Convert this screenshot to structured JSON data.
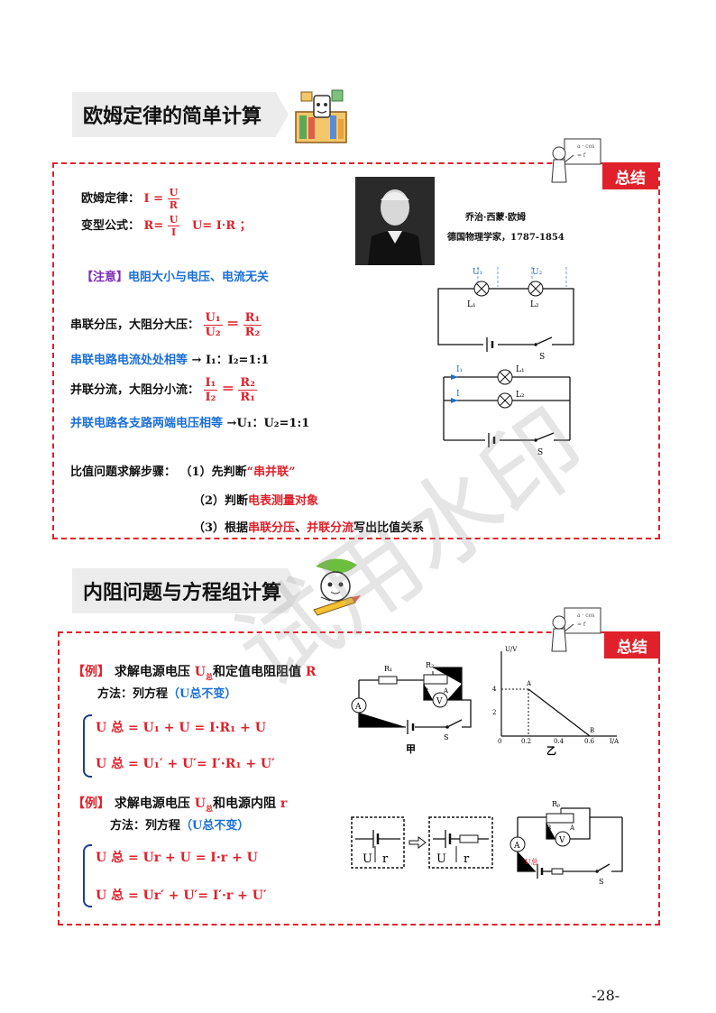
{
  "section1": {
    "title": "欧姆定律的简单计算",
    "tag": "总结",
    "ohm_label": "欧姆定律：",
    "ohm_lhs": "I =",
    "ohm_num": "U",
    "ohm_den": "R",
    "var_label": "变型公式：",
    "var_r_lhs": "R=",
    "var_r_num": "U",
    "var_r_den": "I",
    "var_u": "U= I·R ；",
    "note_bracket": "【注意】",
    "note_text": "电阻大小与电压、电流无关",
    "series_label": "串联分压，大阻分大压：",
    "series_u1": "U₁",
    "series_u2": "U₂",
    "series_r1": "R₁",
    "series_r2": "R₂",
    "series_current": "串联电路电流处处相等",
    "series_current_val": "→ I₁：I₂=1:1",
    "parallel_label": "并联分流，大阻分小流：",
    "par_i1": "I₁",
    "par_i2": "I₂",
    "par_r2": "R₂",
    "par_r1": "R₁",
    "parallel_voltage": "并联电路各支路两端电压相等",
    "parallel_voltage_val": "→U₁：U₂=1:1",
    "steps_label": "比值问题求解步骤：",
    "step1_pre": "（1）先判断",
    "step1_hl": "“串并联”",
    "step2_pre": "（2）判断",
    "step2_hl": "电表测量对象",
    "step3_pre": "（3）根据",
    "step3_hl1": "串联分压",
    "step3_mid": "、",
    "step3_hl2": "并联分流",
    "step3_post": "写出比值关系",
    "portrait_name": "乔治·西蒙·欧姆",
    "portrait_desc": "德国物理学家，1787-1854",
    "circuit_series": {
      "u1": "U₁",
      "u2": "U₂",
      "l1": "L₁",
      "l2": "L₂",
      "s": "S"
    },
    "circuit_parallel": {
      "i1": "I₁",
      "i2": "I",
      "l1": "L₁",
      "l2": "L₂",
      "s": "S"
    }
  },
  "section2": {
    "title": "内阻问题与方程组计算",
    "tag": "总结",
    "ex1_tag": "【例】",
    "ex1_text": "求解电源电压",
    "ex1_u": "U",
    "ex1_sub": "总",
    "ex1_and": "和定值电阻阻值",
    "ex1_r": "R",
    "ex1_method": "方法：列方程",
    "ex1_method_hl": "（U总不变）",
    "ex1_eq1": "U 总 = U₁ + U = I·R₁ + U",
    "ex1_eq2": "U 总 = U₁′ + U′= I′·R₁ + U′",
    "ex2_tag": "【例】",
    "ex2_text": "求解电源电压",
    "ex2_u": "U",
    "ex2_sub": "总",
    "ex2_and": "和电源内阻",
    "ex2_r": "r",
    "ex2_method": "方法：列方程",
    "ex2_method_hl": "（U总不变）",
    "ex2_eq1": "U 总 = Ur + U = I·r + U",
    "ex2_eq2": "U 总 = Ur′ + U′= I′·r + U′",
    "circuit_jia": {
      "r1": "R₁",
      "r2": "R₂",
      "b": "B",
      "a": "A",
      "ammeter": "A",
      "voltmeter": "V",
      "s": "S",
      "caption": "甲"
    },
    "graph_yi": {
      "ylabel": "U/V",
      "xlabel": "I/A",
      "y4": "4",
      "y2": "2",
      "x0": "0",
      "x02": "0.2",
      "x04": "0.4",
      "x06": "0.6",
      "pa": "A",
      "pb": "B",
      "caption": "乙"
    },
    "chart_data": {
      "type": "line",
      "x": [
        0,
        0.2,
        0.6
      ],
      "y": [
        4,
        4,
        0
      ],
      "xlabel": "I/A",
      "ylabel": "U/V",
      "xticks": [
        "0",
        "0.2",
        "0.4",
        "0.6"
      ],
      "yticks": [
        "2",
        "4"
      ],
      "annotations": [
        "A",
        "B"
      ]
    },
    "box_left": {
      "u": "U",
      "r": "r"
    },
    "box_right": {
      "u": "U",
      "r": "r"
    },
    "circuit_right": {
      "rp": "Rₚ",
      "b": "B",
      "a": "A",
      "ammeter": "A",
      "voltmeter": "V",
      "ut": "U总",
      "s": "S"
    }
  },
  "page_number": "-28-",
  "watermark": "试用水印"
}
